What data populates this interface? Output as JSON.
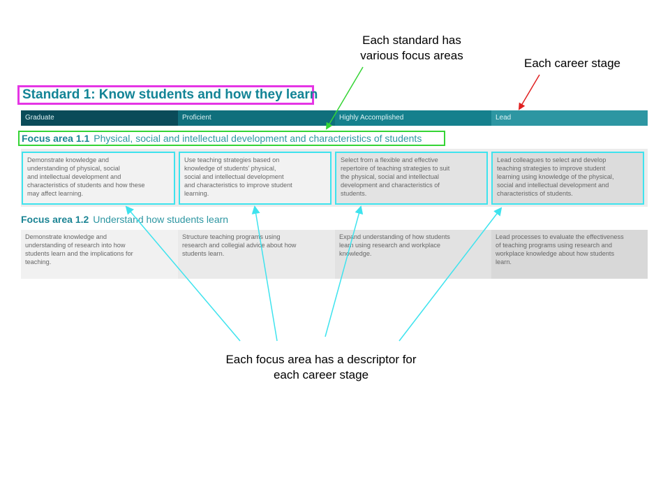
{
  "annotations": {
    "standard_note": [
      "Each standard has",
      "various focus areas"
    ],
    "stage_note": "Each career stage",
    "descriptor_note": [
      "Each focus area has a descriptor for",
      "each career stage"
    ]
  },
  "standard": {
    "title": "Standard 1: Know students and how they learn"
  },
  "career_stages": [
    "Graduate",
    "Proficient",
    "Highly Accomplished",
    "Lead"
  ],
  "focus_areas": [
    {
      "number": "Focus area 1.1",
      "title": "Physical, social and intellectual development and characteristics of students",
      "descriptors": [
        [
          "Demonstrate knowledge and",
          "understanding of physical, social",
          "and intellectual development and",
          "characteristics of students and how these",
          "may affect learning."
        ],
        [
          "Use teaching strategies based on",
          "knowledge of students’ physical,",
          "social and intellectual development",
          "and characteristics to improve student",
          "learning."
        ],
        [
          "Select from a flexible and effective",
          "repertoire of teaching strategies to suit",
          "the physical, social and intellectual",
          "development and characteristics of",
          "students."
        ],
        [
          "Lead colleagues to select and develop",
          "teaching strategies to improve student",
          "learning using knowledge of the physical,",
          "social and intellectual development and",
          "characteristics of students."
        ]
      ]
    },
    {
      "number": "Focus area 1.2",
      "title": "Understand how students learn",
      "descriptors": [
        [
          "Demonstrate knowledge and",
          "understanding of research into how",
          "students learn and the implications for",
          "teaching."
        ],
        [
          "Structure teaching programs using",
          "research and collegial advice about how",
          "students learn."
        ],
        [
          "Expand understanding of how students",
          "learn using research and workplace",
          "knowledge."
        ],
        [
          "Lead processes to evaluate the effectiveness",
          "of teaching programs using research and",
          "workplace knowledge about how students",
          "learn."
        ]
      ]
    }
  ],
  "colors": {
    "title_box": "#e535e5",
    "focus_box": "#35d435",
    "descriptor_box": "#3ee3ee",
    "stage_arrow": "#e02020",
    "focus_arrow": "#35d435",
    "descriptor_arrow": "#3ee3ee"
  }
}
